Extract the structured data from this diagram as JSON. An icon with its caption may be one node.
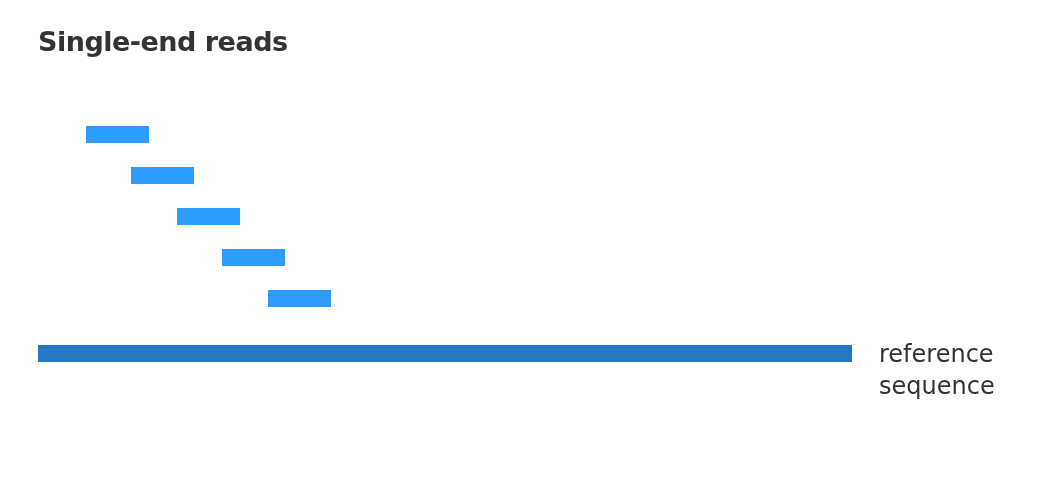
{
  "diagram": {
    "title": "Single-end reads",
    "nodes": [
      {
        "text": [],
        "shape": "bar"
      },
      {
        "text": [],
        "shape": "bar"
      },
      {
        "text": [],
        "shape": "bar"
      },
      {
        "text": [],
        "shape": "bar"
      },
      {
        "text": [],
        "shape": "bar"
      },
      {
        "text": [],
        "shape": "bar",
        "beside": [
          "reference sequence"
        ]
      }
    ]
  }
}
